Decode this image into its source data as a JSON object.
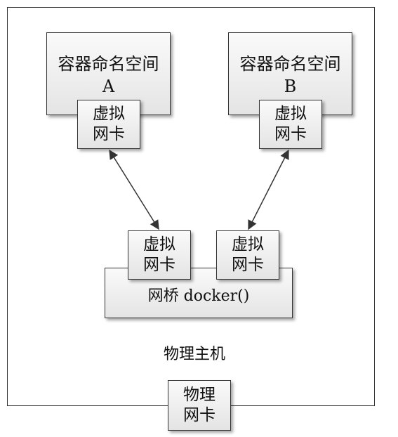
{
  "namespace_a": {
    "line1": "容器命名空间",
    "line2": "A"
  },
  "namespace_b": {
    "line1": "容器命名空间",
    "line2": "B"
  },
  "nic_a": {
    "line1": "虚拟",
    "line2": "网卡"
  },
  "nic_b": {
    "line1": "虚拟",
    "line2": "网卡"
  },
  "bridge_nic_left": {
    "line1": "虚拟",
    "line2": "网卡"
  },
  "bridge_nic_right": {
    "line1": "虚拟",
    "line2": "网卡"
  },
  "bridge": {
    "label": "网桥 docker()"
  },
  "host": {
    "label": "物理主机"
  },
  "physical_nic": {
    "line1": "物理",
    "line2": "网卡"
  }
}
